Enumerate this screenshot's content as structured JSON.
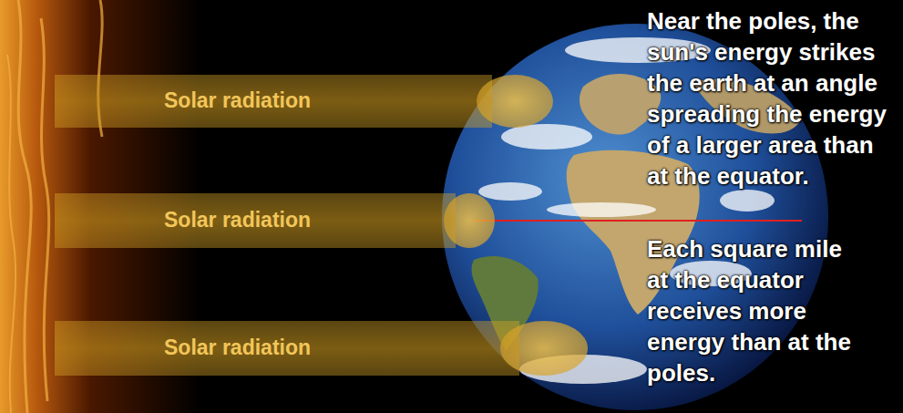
{
  "diagram": {
    "nodes": [
      {
        "text": [
          "Solar radiation"
        ]
      },
      {
        "text": [
          "Solar radiation"
        ]
      },
      {
        "text": [
          "Solar radiation"
        ]
      }
    ],
    "labels": [
      "Near the poles, the sun's energy strikes the earth at an angle spreading the energy of a larger area than at the equator.",
      "Each square mile at the equator receives more energy than at the poles."
    ]
  }
}
